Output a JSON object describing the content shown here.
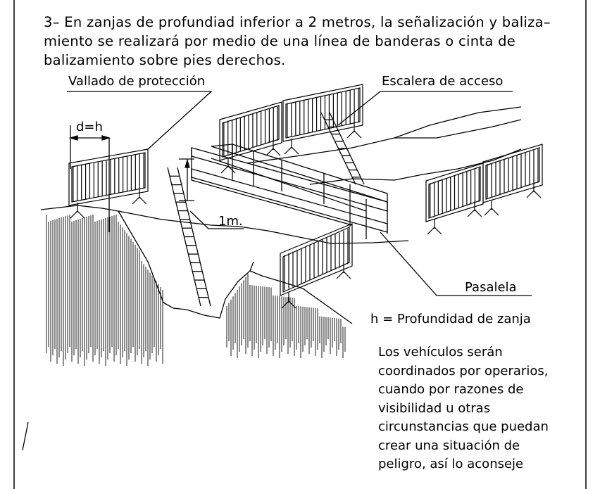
{
  "paragraph": {
    "line1": "3– En zanjas de profundiad inferior a 2 metros, la señalización y baliza–",
    "line2": "miento se realizará por medio de una línea de banderas o cinta de",
    "line3": "balizamiento sobre pies derechos."
  },
  "labels": {
    "fence": "Vallado de protección",
    "ladder": "Escalera de acceso",
    "width": "d=h",
    "height": "1m.",
    "walkway": "Pasalela",
    "depth_legend": "h = Profundidad de zanja"
  },
  "note": {
    "lines": [
      "Los vehículos serán",
      "coordinados por operarios,",
      "cuando por razones de",
      "visibilidad u otras",
      "circunstancias que puedan",
      "crear una situación de",
      "peligro, así lo aconseje"
    ]
  }
}
